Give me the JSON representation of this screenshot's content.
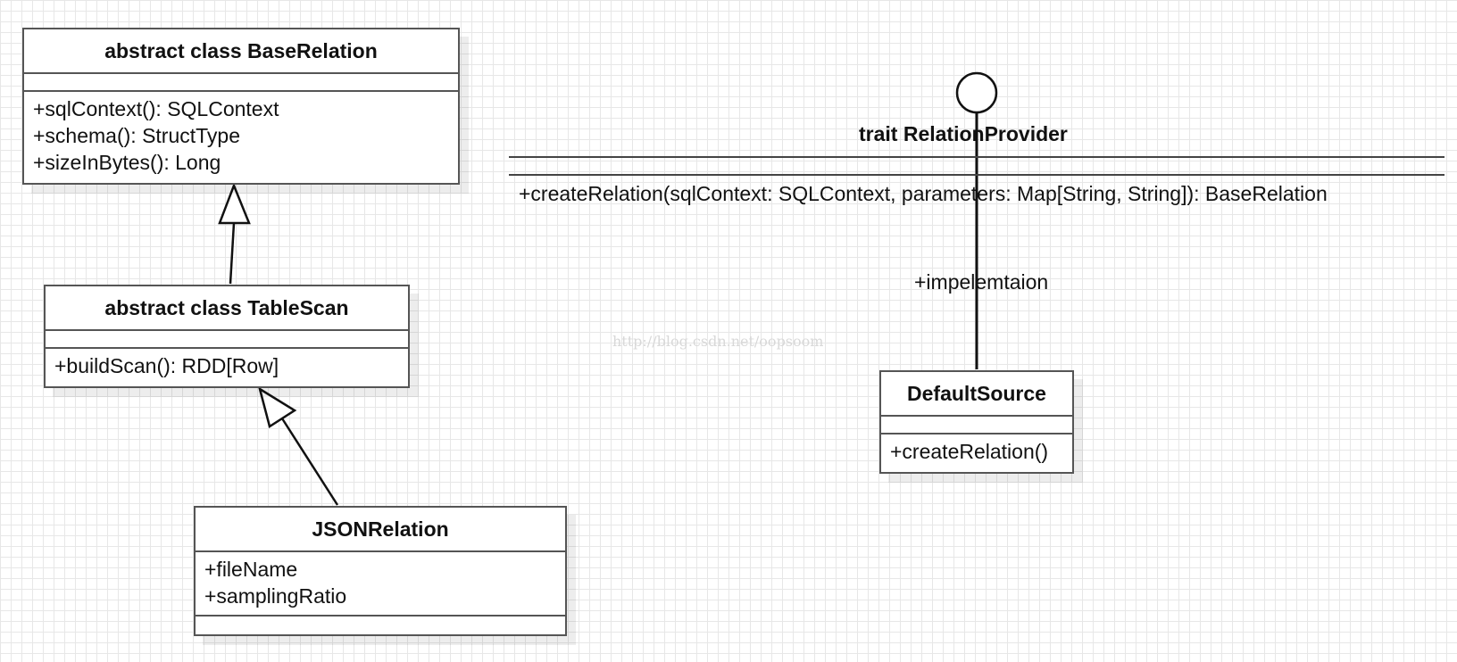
{
  "diagram": {
    "classes": [
      {
        "id": "base-relation",
        "name": "abstract class BaseRelation",
        "attributes": [],
        "operations": [
          "+sqlContext(): SQLContext",
          "+schema(): StructType",
          "+sizeInBytes(): Long"
        ]
      },
      {
        "id": "table-scan",
        "name": "abstract class TableScan",
        "attributes": [],
        "operations": [
          "+buildScan(): RDD[Row]"
        ]
      },
      {
        "id": "json-relation",
        "name": "JSONRelation",
        "attributes": [
          "+fileName",
          "+samplingRatio"
        ],
        "operations": []
      },
      {
        "id": "default-source",
        "name": "DefaultSource",
        "attributes": [],
        "operations": [
          "+createRelation()"
        ]
      }
    ],
    "interface": {
      "name": "trait RelationProvider",
      "operations": [
        "+createRelation(sqlContext: SQLContext, parameters: Map[String, String]): BaseRelation"
      ]
    },
    "relationships": [
      {
        "type": "generalization",
        "from": "TableScan",
        "to": "BaseRelation"
      },
      {
        "type": "generalization",
        "from": "JSONRelation",
        "to": "TableScan"
      },
      {
        "type": "realization",
        "from": "DefaultSource",
        "to": "RelationProvider",
        "label": "+impelemtaion"
      }
    ],
    "watermark": "http://blog.csdn.net/oopsoom"
  }
}
